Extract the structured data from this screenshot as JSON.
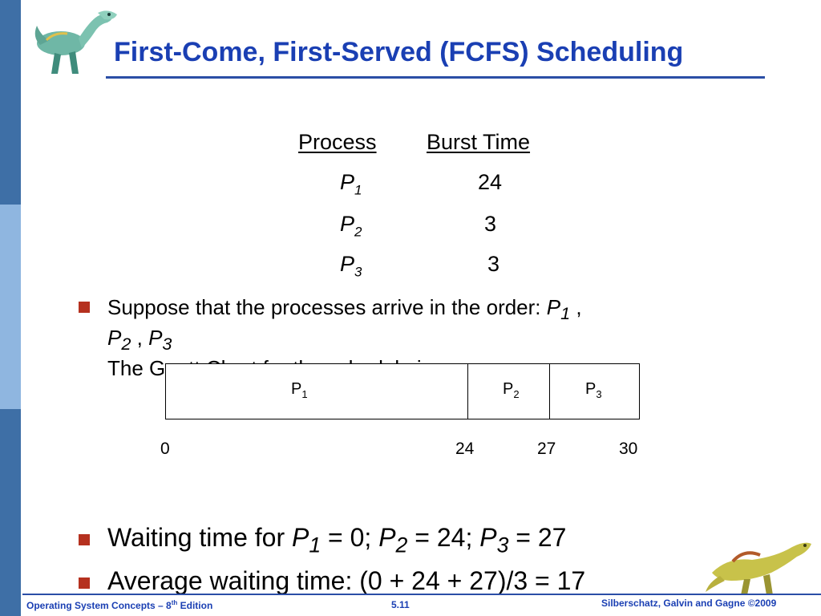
{
  "slide": {
    "title": "First-Come, First-Served (FCFS) Scheduling"
  },
  "process_table": {
    "headers": [
      "Process",
      "Burst Time"
    ],
    "rows": [
      {
        "name": "P",
        "sub": "1",
        "burst": "24"
      },
      {
        "name": "P",
        "sub": "2",
        "burst": "3"
      },
      {
        "name": "P",
        "sub": "3",
        "burst": "3"
      }
    ]
  },
  "bullet1": {
    "line1": "Suppose that the processes arrive in the order: ",
    "p1": "P",
    "p1sub": "1",
    "sep1": " ,",
    "p2": "P",
    "p2sub": "2",
    "sep2": " , ",
    "p3": "P",
    "p3sub": "3",
    "line3": "The Gantt Chart for the schedule is:"
  },
  "gantt": {
    "segments": [
      {
        "label": "P",
        "sub": "1",
        "start": 0,
        "end": 24
      },
      {
        "label": "P",
        "sub": "2",
        "start": 24,
        "end": 27
      },
      {
        "label": "P",
        "sub": "3",
        "start": 27,
        "end": 30
      }
    ],
    "ticks": [
      "0",
      "24",
      "27",
      "30"
    ]
  },
  "bullet2": {
    "prefix": "Waiting time for ",
    "p1": "P",
    "p1sub": "1",
    "mid1": " = 0; ",
    "p2": "P",
    "p2sub": "2",
    "mid2": " = 24; ",
    "p3": "P",
    "p3sub": "3",
    "end": " = 27"
  },
  "bullet3": {
    "text": "Average waiting time:  (0 + 24 + 27)/3 = 17"
  },
  "footer": {
    "left": "Operating System Concepts – 8",
    "left_sup": "th",
    "left_end": " Edition",
    "page": "5.11",
    "right": "Silberschatz, Galvin and Gagne ©2009"
  },
  "colors": {
    "title": "#1a3fb3",
    "stripe_dark": "#3e6fa6",
    "stripe_light": "#8fb6e0",
    "bullet": "#b5311f"
  }
}
